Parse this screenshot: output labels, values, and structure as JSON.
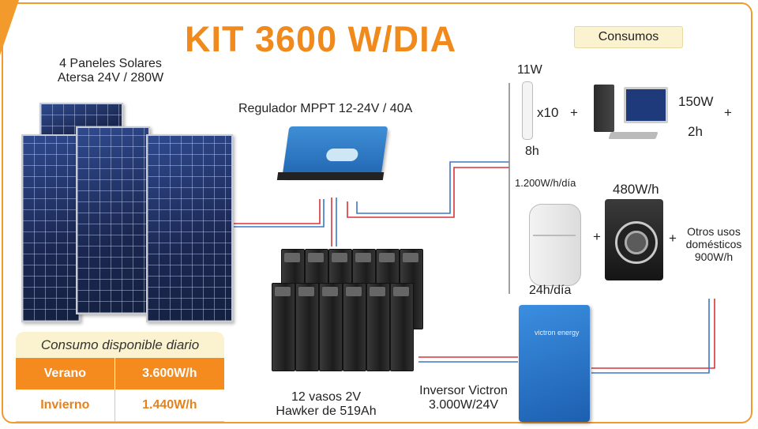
{
  "title": "KIT 3600 W/DIA",
  "consumos_label": "Consumos",
  "panels": {
    "line1": "4 Paneles Solares",
    "line2": "Atersa 24V / 280W"
  },
  "regulator": {
    "label": "Regulador MPPT 12-24V / 40A"
  },
  "batteries": {
    "line1": "12 vasos 2V",
    "line2": "Hawker de 519Ah"
  },
  "inverter": {
    "line1": "Inversor Victron",
    "line2": "3.000W/24V",
    "brand": "victron energy"
  },
  "loads": {
    "lamp_power": "11W",
    "lamp_count": "x10",
    "lamp_plus": "+",
    "lamp_hours": "8h",
    "pc_power": "150W",
    "pc_plus": "+",
    "pc_hours": "2h",
    "fridge_energy": "1.200W/h/día",
    "fridge_hours": "24h/día",
    "fridge_plus": "+",
    "washer_energy": "480W/h",
    "other_plus": "+",
    "other_line1": "Otros usos",
    "other_line2": "domésticos",
    "other_line3": "900W/h"
  },
  "daily": {
    "header": "Consumo disponible diario",
    "rows": [
      {
        "season": "Verano",
        "value": "3.600W/h"
      },
      {
        "season": "Invierno",
        "value": "1.440W/h"
      }
    ]
  },
  "colors": {
    "accent": "#f08a1c",
    "wire_red": "#d9343a",
    "wire_blue": "#3a78c9"
  }
}
